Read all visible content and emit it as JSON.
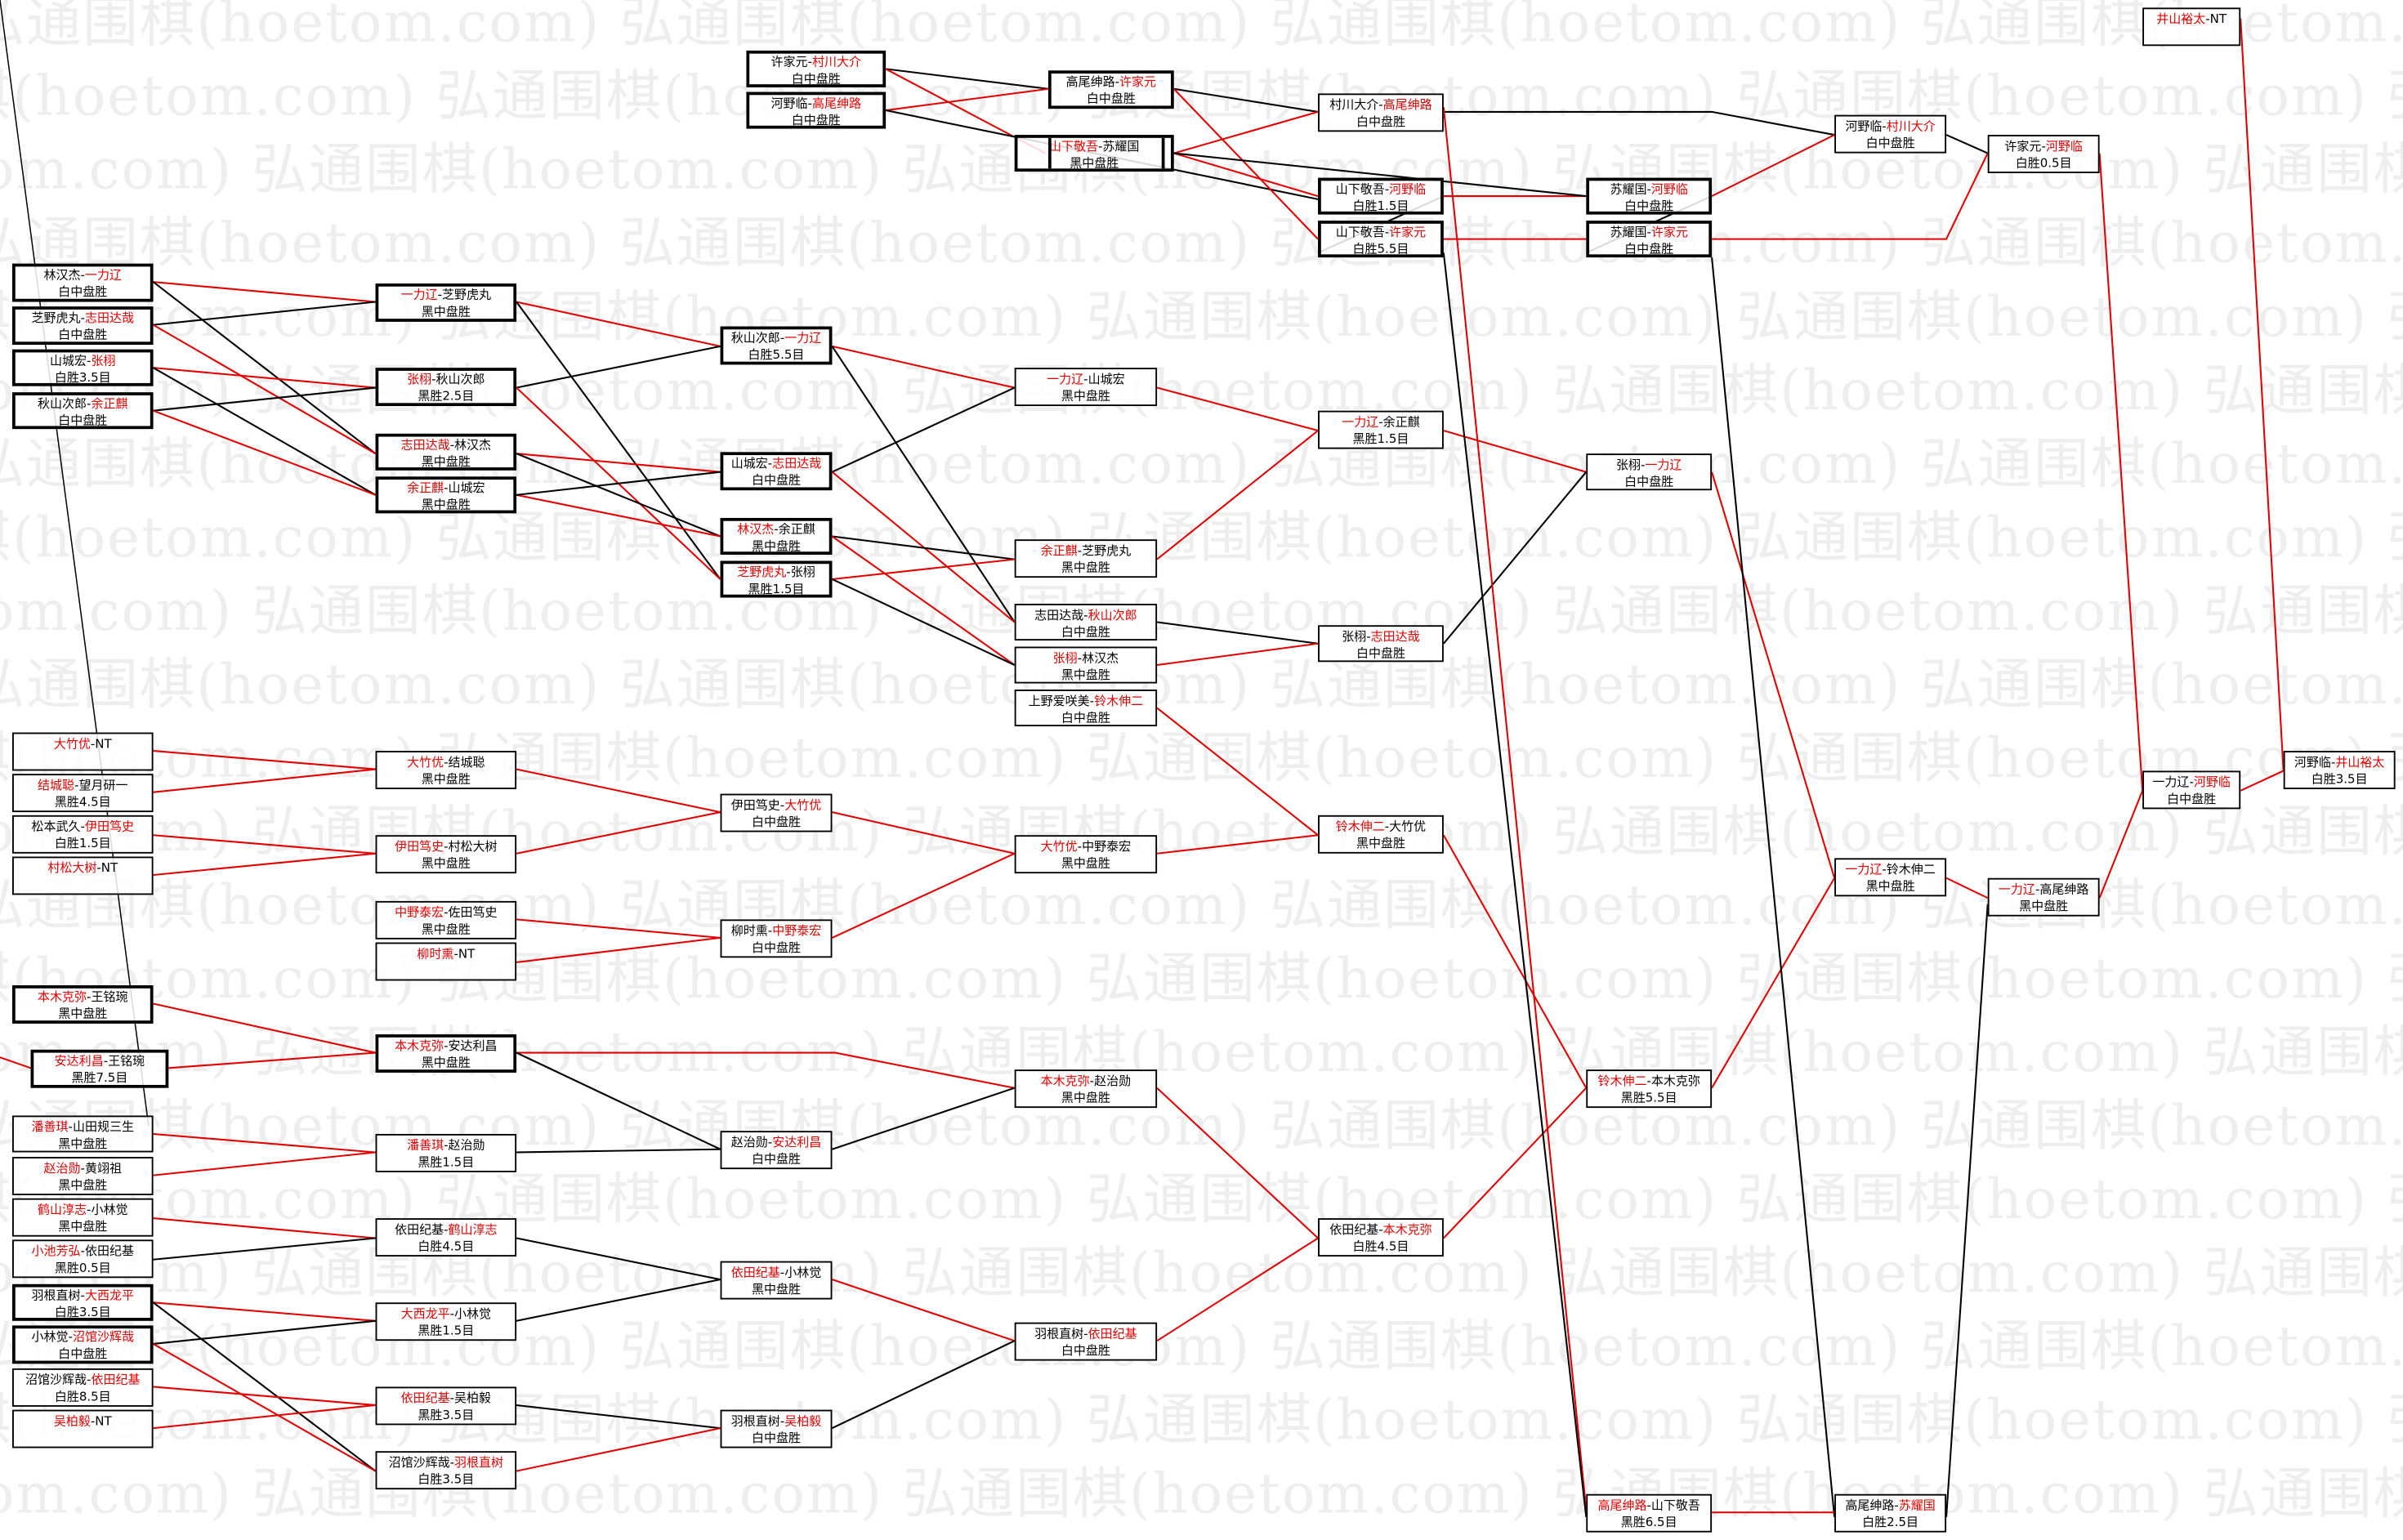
{
  "watermark": "弘通围棋(hoetom.com)",
  "separator": "-",
  "colors": {
    "winner": "#e00000",
    "line_red": "#e00000",
    "line_black": "#000000"
  },
  "matches": [
    {
      "id": "A1",
      "a": "林汉杰",
      "b": "一力辽",
      "winner": "b",
      "result": "白中盘胜"
    },
    {
      "id": "A2",
      "a": "芝野虎丸",
      "b": "志田达哉",
      "winner": "b",
      "result": "白中盘胜"
    },
    {
      "id": "A3",
      "a": "山城宏",
      "b": "张栩",
      "winner": "b",
      "result": "白胜3.5目"
    },
    {
      "id": "A4",
      "a": "秋山次郎",
      "b": "余正麒",
      "winner": "b",
      "result": "白中盘胜"
    },
    {
      "id": "A5",
      "a": "大竹优",
      "b": "NT",
      "winner": "a",
      "result": ""
    },
    {
      "id": "A6",
      "a": "结城聪",
      "b": "望月研一",
      "winner": "a",
      "result": "黑胜4.5目"
    },
    {
      "id": "A7",
      "a": "松本武久",
      "b": "伊田笃史",
      "winner": "b",
      "result": "白胜1.5目"
    },
    {
      "id": "A8",
      "a": "村松大树",
      "b": "NT",
      "winner": "a",
      "result": ""
    },
    {
      "id": "A9",
      "a": "本木克弥",
      "b": "王铭琬",
      "winner": "a",
      "result": "黑中盘胜"
    },
    {
      "id": "A10",
      "a": "安达利昌",
      "b": "王铭琬",
      "winner": "a",
      "result": "黑胜7.5目"
    },
    {
      "id": "A11",
      "a": "潘善琪",
      "b": "山田规三生",
      "winner": "a",
      "result": "黑中盘胜"
    },
    {
      "id": "A12",
      "a": "赵治勋",
      "b": "黄翊祖",
      "winner": "a",
      "result": "黑中盘胜"
    },
    {
      "id": "A13",
      "a": "鹤山淳志",
      "b": "小林觉",
      "winner": "a",
      "result": "黑中盘胜"
    },
    {
      "id": "A14",
      "a": "小池芳弘",
      "b": "依田纪基",
      "winner": "a",
      "result": "黑胜0.5目"
    },
    {
      "id": "A15",
      "a": "羽根直树",
      "b": "大西龙平",
      "winner": "b",
      "result": "白胜3.5目"
    },
    {
      "id": "A16",
      "a": "小林觉",
      "b": "沼馆沙辉哉",
      "winner": "b",
      "result": "白中盘胜"
    },
    {
      "id": "A17",
      "a": "沼馆沙辉哉",
      "b": "依田纪基",
      "winner": "b",
      "result": "白胜8.5目"
    },
    {
      "id": "A18",
      "a": "吴柏毅",
      "b": "NT",
      "winner": "a",
      "result": ""
    },
    {
      "id": "B1",
      "a": "一力辽",
      "b": "芝野虎丸",
      "winner": "a",
      "result": "黑中盘胜"
    },
    {
      "id": "B2",
      "a": "张栩",
      "b": "秋山次郎",
      "winner": "a",
      "result": "黑胜2.5目"
    },
    {
      "id": "B3",
      "a": "志田达哉",
      "b": "林汉杰",
      "winner": "a",
      "result": "黑中盘胜"
    },
    {
      "id": "B4",
      "a": "余正麒",
      "b": "山城宏",
      "winner": "a",
      "result": "黑中盘胜"
    },
    {
      "id": "B5",
      "a": "大竹优",
      "b": "结城聪",
      "winner": "a",
      "result": "黑中盘胜"
    },
    {
      "id": "B6",
      "a": "伊田笃史",
      "b": "村松大树",
      "winner": "a",
      "result": "黑中盘胜"
    },
    {
      "id": "B7",
      "a": "中野泰宏",
      "b": "佐田笃史",
      "winner": "a",
      "result": "黑中盘胜"
    },
    {
      "id": "B8",
      "a": "柳时熏",
      "b": "NT",
      "winner": "a",
      "result": ""
    },
    {
      "id": "B9",
      "a": "本木克弥",
      "b": "安达利昌",
      "winner": "a",
      "result": "黑中盘胜"
    },
    {
      "id": "B10",
      "a": "潘善琪",
      "b": "赵治勋",
      "winner": "a",
      "result": "黑胜1.5目"
    },
    {
      "id": "B11",
      "a": "依田纪基",
      "b": "鹤山淳志",
      "winner": "b",
      "result": "白胜4.5目"
    },
    {
      "id": "B12",
      "a": "大西龙平",
      "b": "小林觉",
      "winner": "a",
      "result": "黑胜1.5目"
    },
    {
      "id": "B13",
      "a": "依田纪基",
      "b": "吴柏毅",
      "winner": "a",
      "result": "黑胜3.5目"
    },
    {
      "id": "B14",
      "a": "沼馆沙辉哉",
      "b": "羽根直树",
      "winner": "b",
      "result": "白胜3.5目"
    },
    {
      "id": "C0a",
      "a": "许家元",
      "b": "村川大介",
      "winner": "b",
      "result": "白中盘胜"
    },
    {
      "id": "C0b",
      "a": "河野临",
      "b": "高尾绅路",
      "winner": "b",
      "result": "白中盘胜"
    },
    {
      "id": "C1",
      "a": "秋山次郎",
      "b": "一力辽",
      "winner": "b",
      "result": "白胜5.5目"
    },
    {
      "id": "C2",
      "a": "山城宏",
      "b": "志田达哉",
      "winner": "b",
      "result": "白中盘胜"
    },
    {
      "id": "C3",
      "a": "林汉杰",
      "b": "余正麒",
      "winner": "a",
      "result": "黑中盘胜"
    },
    {
      "id": "C4",
      "a": "芝野虎丸",
      "b": "张栩",
      "winner": "a",
      "result": "黑胜1.5目"
    },
    {
      "id": "C5",
      "a": "伊田笃史",
      "b": "大竹优",
      "winner": "b",
      "result": "白中盘胜"
    },
    {
      "id": "C6",
      "a": "柳时熏",
      "b": "中野泰宏",
      "winner": "b",
      "result": "白中盘胜"
    },
    {
      "id": "C7",
      "a": "赵治勋",
      "b": "安达利昌",
      "winner": "b",
      "result": "白中盘胜"
    },
    {
      "id": "C8",
      "a": "依田纪基",
      "b": "小林觉",
      "winner": "a",
      "result": "黑中盘胜"
    },
    {
      "id": "C9",
      "a": "羽根直树",
      "b": "吴柏毅",
      "winner": "b",
      "result": "白中盘胜"
    },
    {
      "id": "D0a",
      "a": "高尾绅路",
      "b": "许家元",
      "winner": "b",
      "result": "白中盘胜"
    },
    {
      "id": "D0b",
      "a": "山下敬吾",
      "b": "苏耀国",
      "winner": "a",
      "result": "黑中盘胜"
    },
    {
      "id": "D1",
      "a": "一力辽",
      "b": "山城宏",
      "winner": "a",
      "result": "黑中盘胜"
    },
    {
      "id": "D2",
      "a": "余正麒",
      "b": "芝野虎丸",
      "winner": "a",
      "result": "黑中盘胜"
    },
    {
      "id": "D3",
      "a": "志田达哉",
      "b": "秋山次郎",
      "winner": "b",
      "result": "白中盘胜"
    },
    {
      "id": "D4",
      "a": "张栩",
      "b": "林汉杰",
      "winner": "a",
      "result": "黑中盘胜"
    },
    {
      "id": "D5",
      "a": "上野爱咲美",
      "b": "铃木伸二",
      "winner": "b",
      "result": "白中盘胜"
    },
    {
      "id": "D6",
      "a": "大竹优",
      "b": "中野泰宏",
      "winner": "a",
      "result": "黑中盘胜"
    },
    {
      "id": "D7",
      "a": "本木克弥",
      "b": "赵治勋",
      "winner": "a",
      "result": "黑中盘胜"
    },
    {
      "id": "D8",
      "a": "羽根直树",
      "b": "依田纪基",
      "winner": "b",
      "result": "白中盘胜"
    },
    {
      "id": "E0a",
      "a": "村川大介",
      "b": "高尾绅路",
      "winner": "b",
      "result": "白中盘胜"
    },
    {
      "id": "E0b",
      "a": "山下敬吾",
      "b": "河野临",
      "winner": "b",
      "result": "白胜1.5目"
    },
    {
      "id": "E0c",
      "a": "山下敬吾",
      "b": "许家元",
      "winner": "b",
      "result": "白胜5.5目"
    },
    {
      "id": "E1",
      "a": "一力辽",
      "b": "余正麒",
      "winner": "a",
      "result": "黑胜1.5目"
    },
    {
      "id": "E2",
      "a": "张栩",
      "b": "志田达哉",
      "winner": "b",
      "result": "白中盘胜"
    },
    {
      "id": "E3",
      "a": "铃木伸二",
      "b": "大竹优",
      "winner": "a",
      "result": "黑中盘胜"
    },
    {
      "id": "E4",
      "a": "依田纪基",
      "b": "本木克弥",
      "winner": "b",
      "result": "白胜4.5目"
    },
    {
      "id": "F0a",
      "a": "苏耀国",
      "b": "河野临",
      "winner": "b",
      "result": "白中盘胜"
    },
    {
      "id": "F0b",
      "a": "苏耀国",
      "b": "许家元",
      "winner": "b",
      "result": "白中盘胜"
    },
    {
      "id": "F1",
      "a": "张栩",
      "b": "一力辽",
      "winner": "b",
      "result": "白中盘胜"
    },
    {
      "id": "F2",
      "a": "铃木伸二",
      "b": "本木克弥",
      "winner": "a",
      "result": "黑胜5.5目"
    },
    {
      "id": "F3",
      "a": "高尾绅路",
      "b": "山下敬吾",
      "winner": "a",
      "result": "黑胜6.5目"
    },
    {
      "id": "G1",
      "a": "河野临",
      "b": "村川大介",
      "winner": "b",
      "result": "白中盘胜"
    },
    {
      "id": "G2",
      "a": "一力辽",
      "b": "铃木伸二",
      "winner": "a",
      "result": "黑中盘胜"
    },
    {
      "id": "G3",
      "a": "高尾绅路",
      "b": "苏耀国",
      "winner": "b",
      "result": "白胜2.5目"
    },
    {
      "id": "H1",
      "a": "许家元",
      "b": "河野临",
      "winner": "b",
      "result": "白胜0.5目"
    },
    {
      "id": "H2",
      "a": "一力辽",
      "b": "高尾绅路",
      "winner": "a",
      "result": "黑中盘胜"
    },
    {
      "id": "I",
      "a": "一力辽",
      "b": "河野临",
      "winner": "b",
      "result": "白中盘胜"
    },
    {
      "id": "J",
      "a": "井山裕太",
      "b": "NT",
      "winner": "a",
      "result": ""
    },
    {
      "id": "K",
      "a": "河野临",
      "b": "井山裕太",
      "winner": "b",
      "result": "白胜3.5目"
    }
  ]
}
